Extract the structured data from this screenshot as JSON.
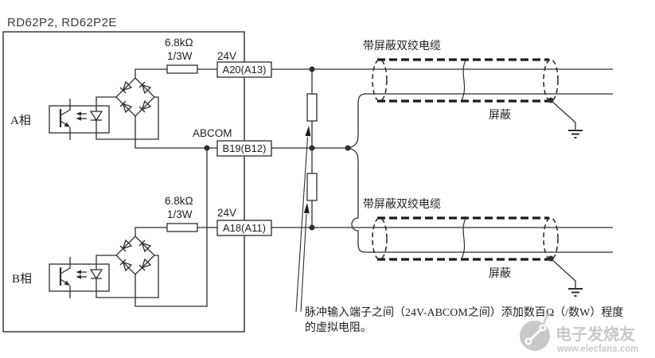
{
  "title": "RD62P2, RD62P2E",
  "module": {
    "phases": [
      {
        "name": "A相",
        "resistor_value": "6.8kΩ",
        "resistor_power": "1/3W",
        "terminal_voltage": "24V",
        "terminal_id": "A20(A13)"
      },
      {
        "name": "B相",
        "resistor_value": "6.8kΩ",
        "resistor_power": "1/3W",
        "terminal_voltage": "24V",
        "terminal_id": "A18(A11)"
      }
    ],
    "common_terminal": {
      "label": "ABCOM",
      "terminal_id": "B19(B12)"
    }
  },
  "cables": [
    {
      "label": "带屏蔽双绞电缆",
      "shield_label": "屏蔽"
    },
    {
      "label": "带屏蔽双绞电缆",
      "shield_label": "屏蔽"
    }
  ],
  "note": {
    "line1": "脉冲输入端子之间（24V-ABCOM之间）添加数百Ω（/数W）程度",
    "line2": "的虚拟电阻。"
  },
  "watermark": {
    "name": "电子发烧友",
    "url": "www.elecfans.com"
  },
  "colors": {
    "line": "#2e2e2e",
    "accent_dash": "#1a1a1a",
    "watermark": "#c9c9c9",
    "background": "#ffffff"
  }
}
